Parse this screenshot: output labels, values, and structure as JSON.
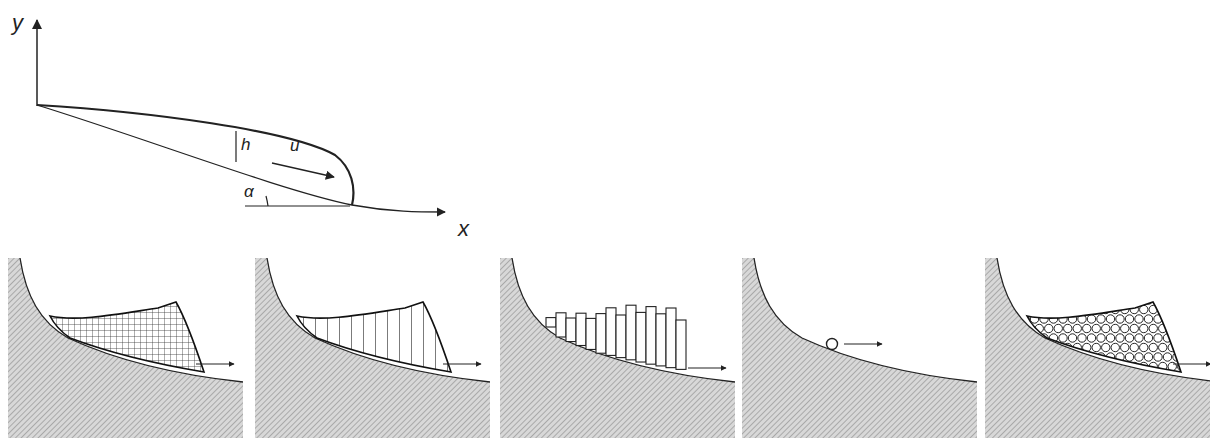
{
  "diagram": {
    "labels": [
      "y",
      "h",
      "u",
      "α",
      "x"
    ]
  }
}
